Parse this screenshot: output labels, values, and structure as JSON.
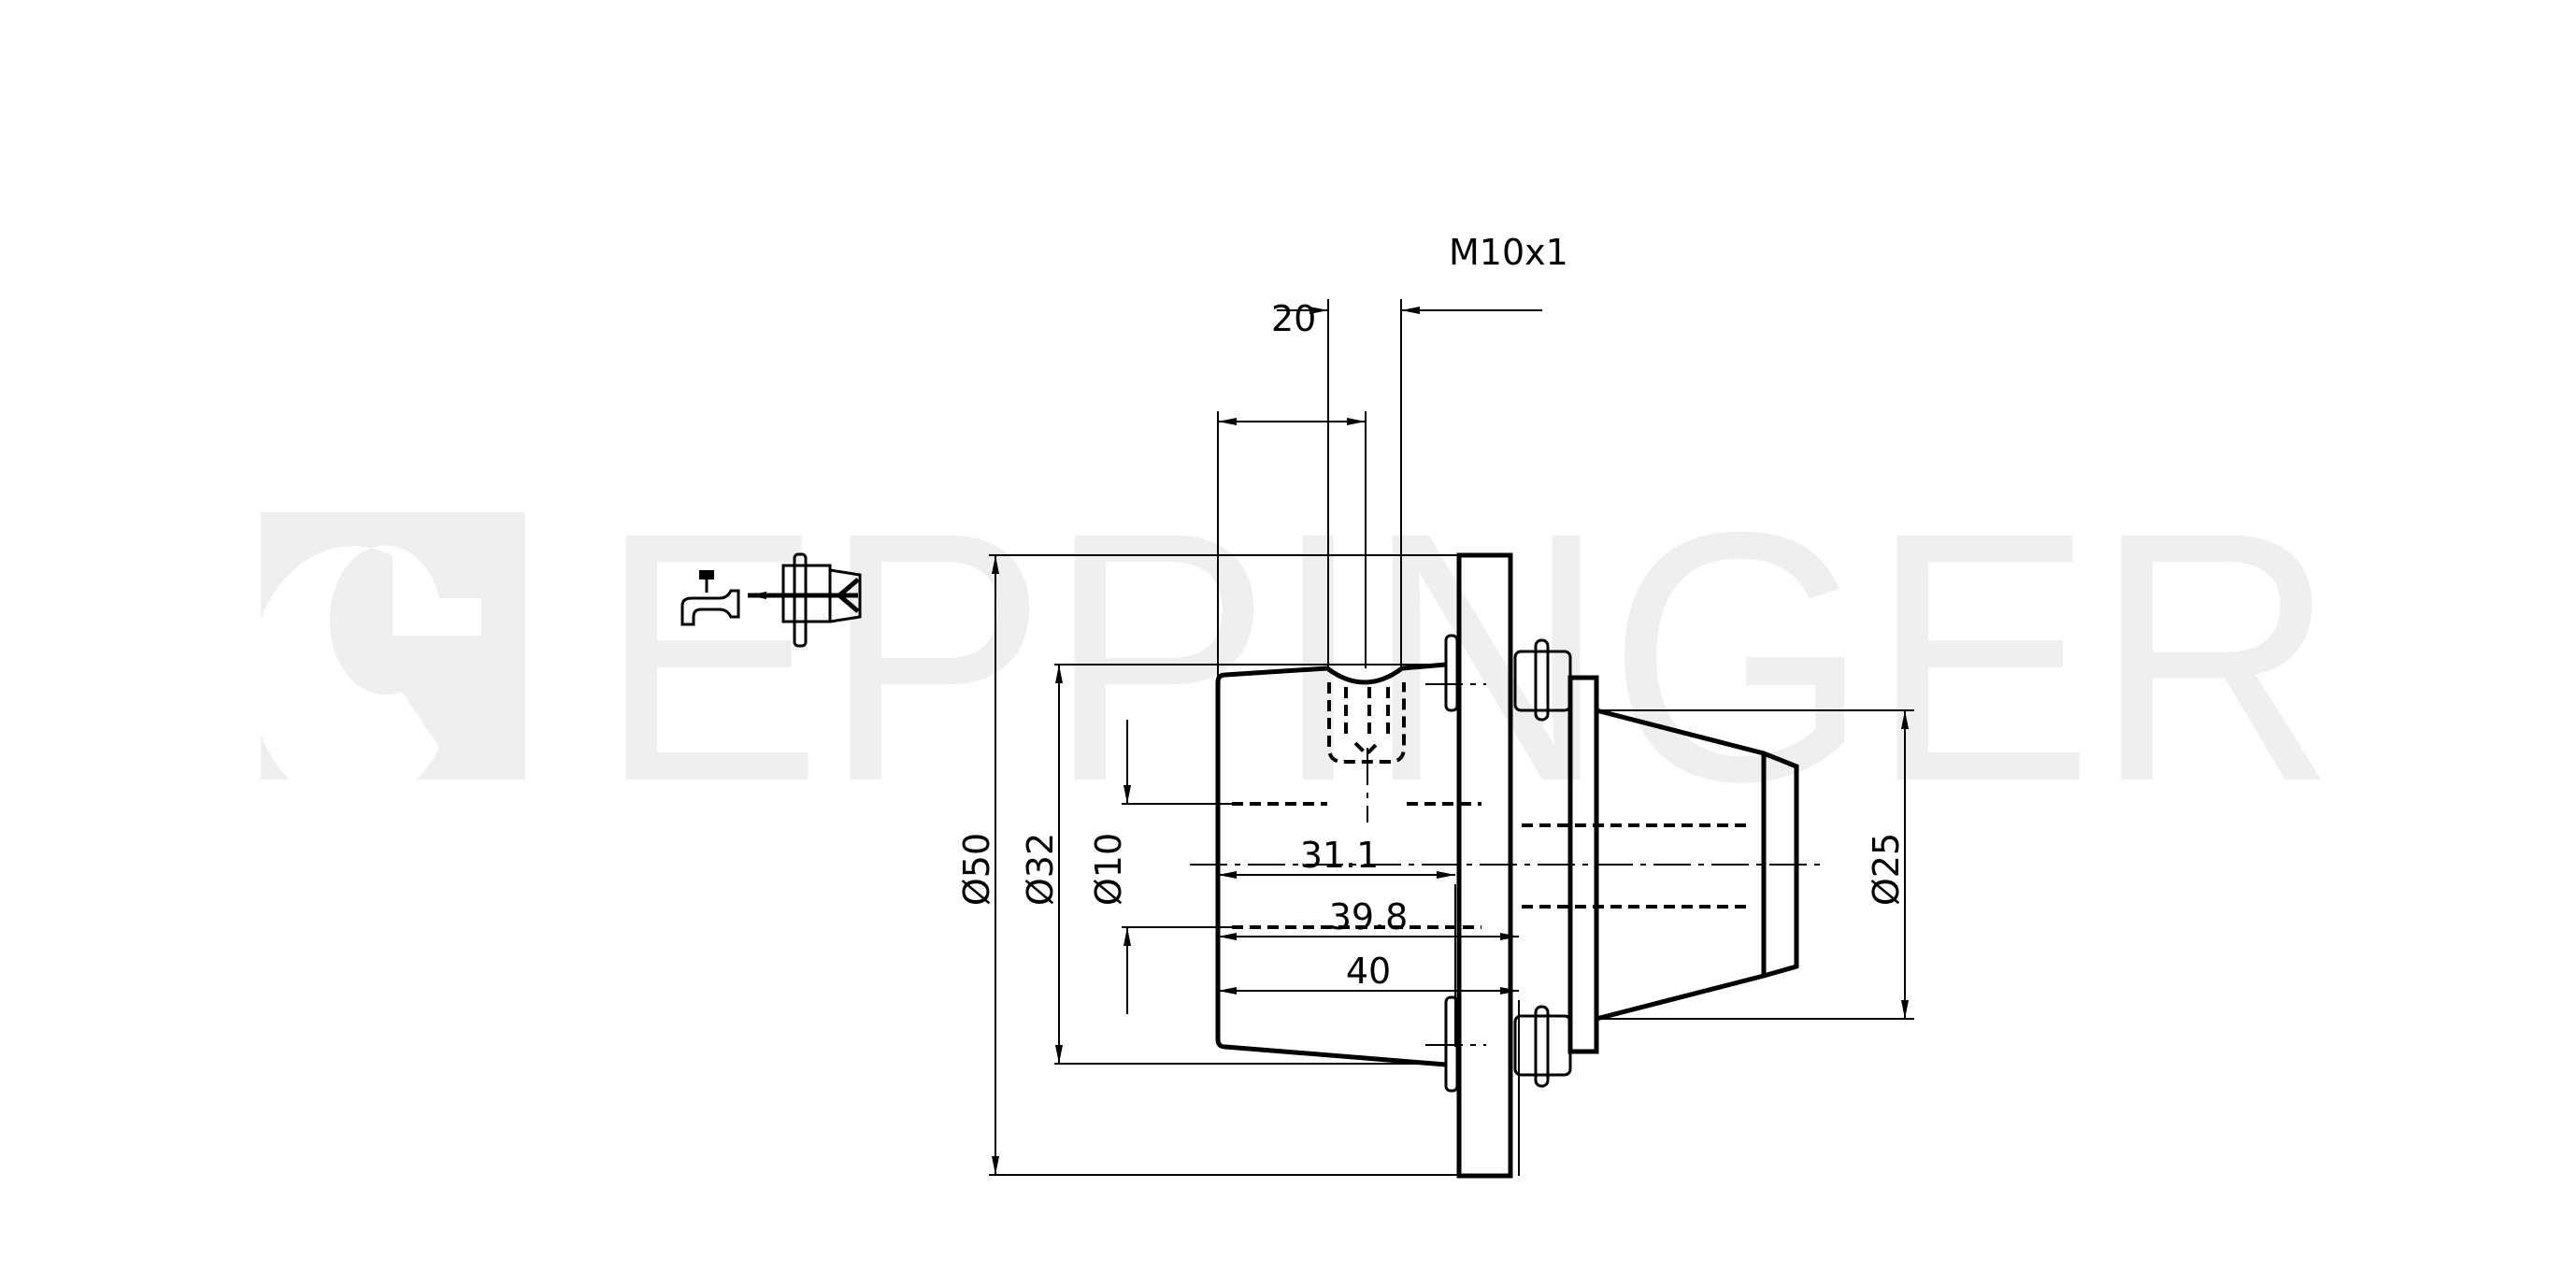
{
  "watermark": {
    "brand": "EPPINGER",
    "color": "#efefef"
  },
  "icons": [
    "coolant-tap-icon",
    "coolant-direction-arrow-icon",
    "tool-holder-symbol-icon"
  ],
  "dimensions": {
    "thread": "M10x1",
    "length_20": "20",
    "dia_50": "Ø50",
    "dia_32": "Ø32",
    "dia_10": "Ø10",
    "dia_25": "Ø25",
    "length_31_1": "31.1",
    "length_39_8": "39.8",
    "length_40": "40"
  }
}
